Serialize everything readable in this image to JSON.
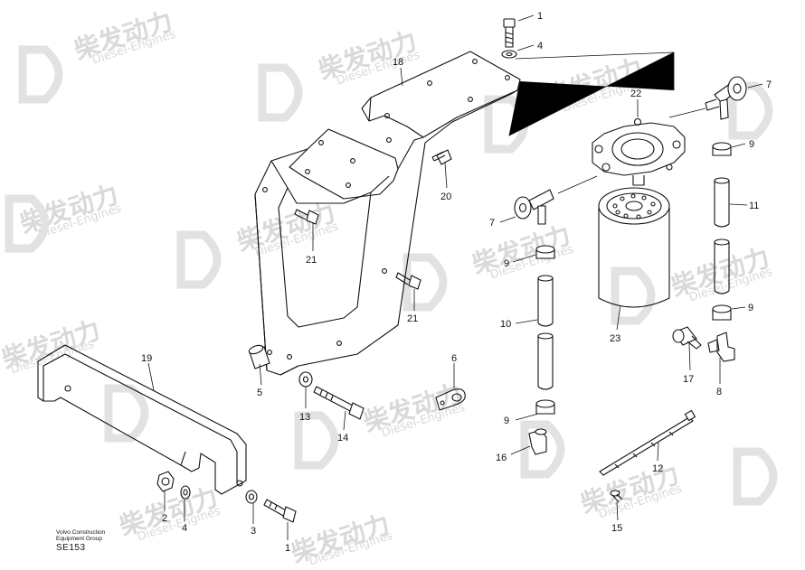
{
  "watermark": {
    "brand_cn": "柴发动力",
    "brand_en": "Diesel-Engines"
  },
  "footer": {
    "company": "Volvo Construction Equipment Group",
    "diagram_code": "SE153"
  },
  "callouts": [
    {
      "id": "c1a",
      "label": "1"
    },
    {
      "id": "c4a",
      "label": "4"
    },
    {
      "id": "c18",
      "label": "18"
    },
    {
      "id": "c7a",
      "label": "7"
    },
    {
      "id": "c22",
      "label": "22"
    },
    {
      "id": "c9a",
      "label": "9"
    },
    {
      "id": "c20",
      "label": "20"
    },
    {
      "id": "c11",
      "label": "11"
    },
    {
      "id": "c7b",
      "label": "7"
    },
    {
      "id": "c21a",
      "label": "21"
    },
    {
      "id": "c9b",
      "label": "9"
    },
    {
      "id": "c21b",
      "label": "21"
    },
    {
      "id": "c9c",
      "label": "9"
    },
    {
      "id": "c10",
      "label": "10"
    },
    {
      "id": "c23",
      "label": "23"
    },
    {
      "id": "c19",
      "label": "19"
    },
    {
      "id": "c6",
      "label": "6"
    },
    {
      "id": "c5",
      "label": "5"
    },
    {
      "id": "c17",
      "label": "17"
    },
    {
      "id": "c8",
      "label": "8"
    },
    {
      "id": "c13",
      "label": "13"
    },
    {
      "id": "c14",
      "label": "14"
    },
    {
      "id": "c9d",
      "label": "9"
    },
    {
      "id": "c16",
      "label": "16"
    },
    {
      "id": "c12",
      "label": "12"
    },
    {
      "id": "c2",
      "label": "2"
    },
    {
      "id": "c4b",
      "label": "4"
    },
    {
      "id": "c3",
      "label": "3"
    },
    {
      "id": "c1b",
      "label": "1"
    },
    {
      "id": "c15",
      "label": "15"
    }
  ]
}
